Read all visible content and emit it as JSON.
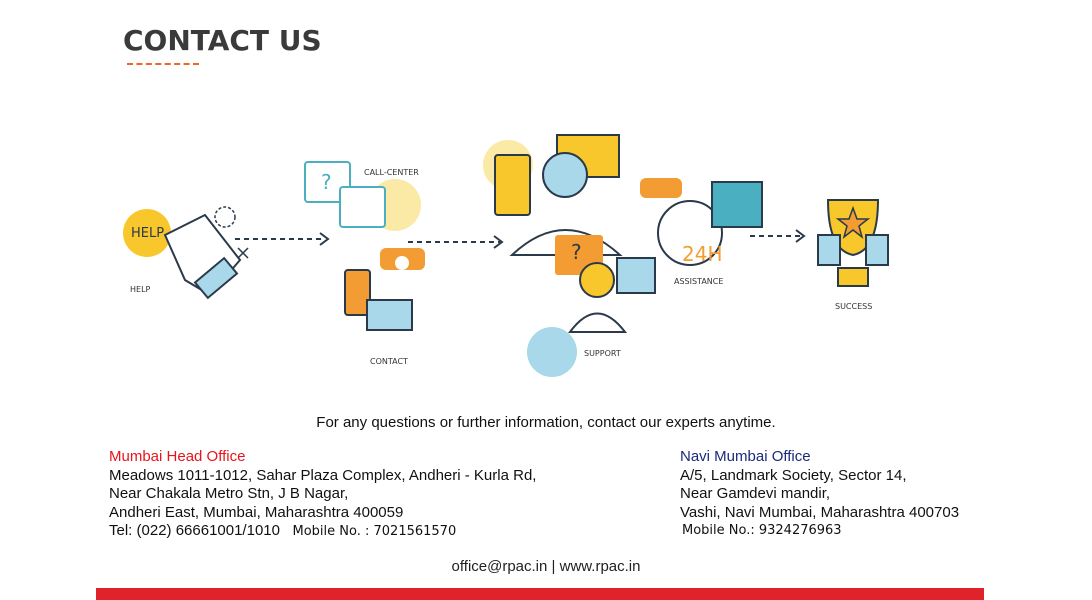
{
  "title": "CONTACT US",
  "illustration": {
    "help_bubble": "HELP",
    "help": "HELP",
    "call_center": "CALL-CENTER",
    "contact": "CONTACT",
    "support": "SUPPORT",
    "clock": "24H",
    "assistance": "ASSISTANCE",
    "success": "SUCCESS",
    "question": "?"
  },
  "tagline": "For any questions or further information, contact our experts anytime.",
  "head_office": {
    "name": "Mumbai Head Office",
    "lines": [
      "Meadows 1011-1012, Sahar Plaza Complex, Andheri - Kurla Rd,",
      "Near Chakala Metro Stn, J B Nagar,",
      "Andheri East, Mumbai, Maharashtra 400059"
    ],
    "tel": "Tel:  (022) 66661001/1010",
    "mobile": "Mobile No. : 7021561570"
  },
  "navi_office": {
    "name": "Navi Mumbai Office",
    "lines": [
      "A/5, Landmark Society,  Sector 14,",
      "Near Gamdevi mandir,",
      "Vashi, Navi Mumbai, Maharashtra 400703"
    ],
    "mobile": "Mobile No.: 9324276963"
  },
  "footer": {
    "email": "office@rpac.in",
    "separator": " | ",
    "website": "www.rpac.in"
  },
  "colors": {
    "accent": "#f26522",
    "red": "#e0222a",
    "navy": "#1b2a7a",
    "yellow": "#f7c72b",
    "blue": "#a8d8ea"
  }
}
